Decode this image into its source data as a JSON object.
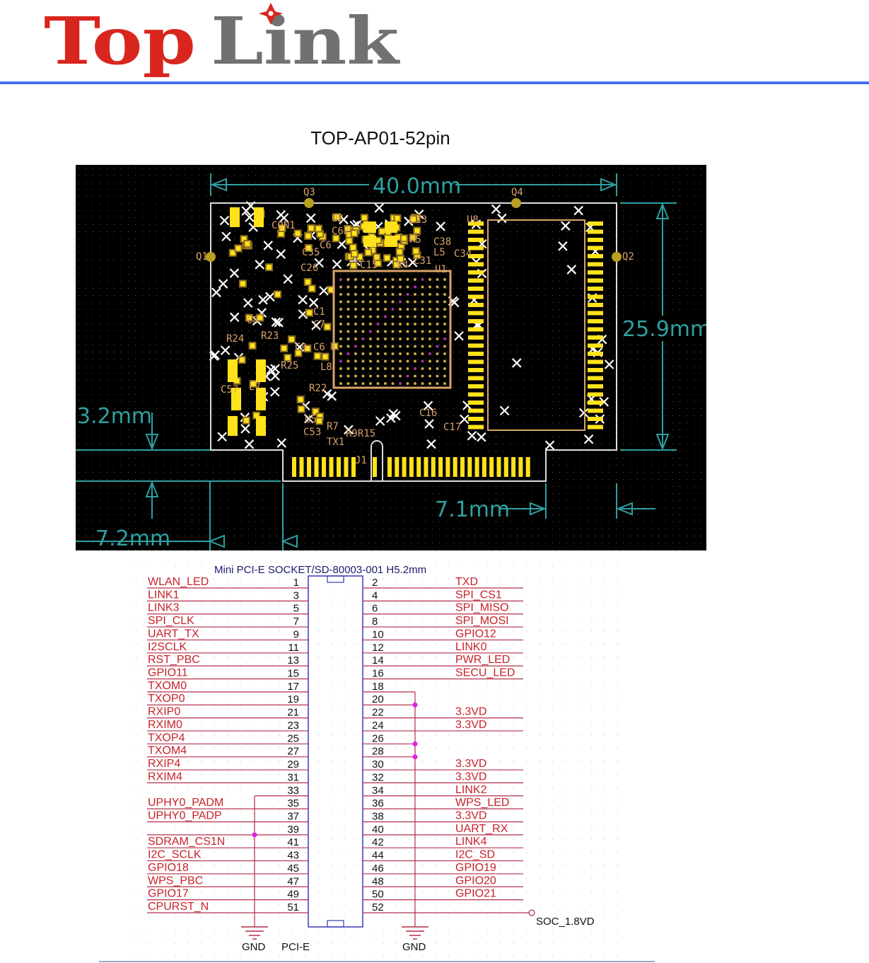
{
  "header": {
    "logo_text_1": "Top",
    "logo_text_2": "Link",
    "logo_colors": {
      "top": "#d8261e",
      "link": "#727170",
      "rule": "#3a66f0"
    }
  },
  "title": "TOP-AP01-52pin",
  "pcb": {
    "dimensions": {
      "width": "40.0mm",
      "height": "25.9mm",
      "left_offset": "3.2mm",
      "finger_left": "7.2mm",
      "finger_right": "7.1mm"
    },
    "fiducials": [
      "Q3",
      "Q4",
      "Q1",
      "Q2"
    ],
    "designators": [
      "CON1",
      "U2",
      "C62",
      "C13",
      "R5",
      "C38",
      "L5",
      "C6",
      "C35",
      "C15",
      "R4",
      "C31",
      "U1",
      "C34",
      "U8",
      "C26",
      "R24",
      "R23",
      "C8",
      "C1",
      "C7",
      "C9",
      "C6",
      "R25",
      "L8",
      "R22",
      "L7",
      "U5",
      "C53",
      "R7",
      "TX1",
      "R9R15",
      "C16",
      "C17",
      "J1",
      "C57"
    ]
  },
  "schematic": {
    "title": "Mini PCI-E SOCKET/SD-80003-001 H5.2mm",
    "left_pins": [
      {
        "num": "1",
        "label": "WLAN_LED"
      },
      {
        "num": "3",
        "label": "LINK1"
      },
      {
        "num": "5",
        "label": "LINK3"
      },
      {
        "num": "7",
        "label": "SPI_CLK"
      },
      {
        "num": "9",
        "label": "UART_TX"
      },
      {
        "num": "11",
        "label": "I2SCLK"
      },
      {
        "num": "13",
        "label": "RST_PBC"
      },
      {
        "num": "15",
        "label": "GPIO11"
      },
      {
        "num": "17",
        "label": "TXOM0"
      },
      {
        "num": "19",
        "label": "TXOP0"
      },
      {
        "num": "21",
        "label": "RXIP0"
      },
      {
        "num": "23",
        "label": "RXIM0"
      },
      {
        "num": "25",
        "label": "TXOP4"
      },
      {
        "num": "27",
        "label": "TXOM4"
      },
      {
        "num": "29",
        "label": "RXIP4"
      },
      {
        "num": "31",
        "label": "RXIM4"
      },
      {
        "num": "33",
        "label": ""
      },
      {
        "num": "35",
        "label": "UPHY0_PADM"
      },
      {
        "num": "37",
        "label": "UPHY0_PADP"
      },
      {
        "num": "39",
        "label": ""
      },
      {
        "num": "41",
        "label": "SDRAM_CS1N"
      },
      {
        "num": "43",
        "label": "I2C_SCLK"
      },
      {
        "num": "45",
        "label": "GPIO18"
      },
      {
        "num": "47",
        "label": "WPS_PBC"
      },
      {
        "num": "49",
        "label": "GPIO17"
      },
      {
        "num": "51",
        "label": "CPURST_N"
      }
    ],
    "right_pins": [
      {
        "num": "2",
        "label": "TXD"
      },
      {
        "num": "4",
        "label": "SPI_CS1"
      },
      {
        "num": "6",
        "label": "SPI_MISO"
      },
      {
        "num": "8",
        "label": "SPI_MOSI"
      },
      {
        "num": "10",
        "label": "GPIO12"
      },
      {
        "num": "12",
        "label": "LINK0"
      },
      {
        "num": "14",
        "label": "PWR_LED"
      },
      {
        "num": "16",
        "label": "SECU_LED"
      },
      {
        "num": "18",
        "label": ""
      },
      {
        "num": "20",
        "label": ""
      },
      {
        "num": "22",
        "label": "3.3VD"
      },
      {
        "num": "24",
        "label": "3.3VD"
      },
      {
        "num": "26",
        "label": ""
      },
      {
        "num": "28",
        "label": ""
      },
      {
        "num": "30",
        "label": "3.3VD"
      },
      {
        "num": "32",
        "label": "3.3VD"
      },
      {
        "num": "34",
        "label": "LINK2"
      },
      {
        "num": "36",
        "label": "WPS_LED"
      },
      {
        "num": "38",
        "label": "3.3VD"
      },
      {
        "num": "40",
        "label": "UART_RX"
      },
      {
        "num": "42",
        "label": "LINK4"
      },
      {
        "num": "44",
        "label": "I2C_SD"
      },
      {
        "num": "46",
        "label": "GPIO19"
      },
      {
        "num": "48",
        "label": "GPIO20"
      },
      {
        "num": "50",
        "label": "GPIO21"
      },
      {
        "num": "52",
        "label": ""
      }
    ],
    "net_soc": "SOC_1.8VD",
    "gnd_left": "GND",
    "gnd_right": "GND",
    "part_name": "PCI-E",
    "colors": {
      "net_label": "#c8222a",
      "wire": "#b0304a",
      "body": "#3a3ab8",
      "junction": "#e020e0"
    }
  }
}
